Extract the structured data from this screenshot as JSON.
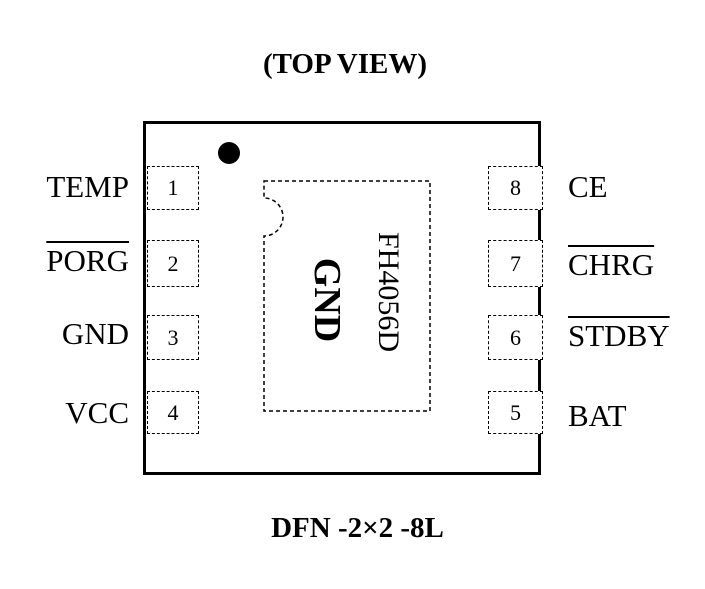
{
  "title": "(TOP VIEW)",
  "package_name": "DFN -2×2 -8L",
  "part_number": "FH4056D",
  "exposed_pad_label": "GND",
  "pins": [
    {
      "number": "1",
      "name": "TEMP",
      "overline": false
    },
    {
      "number": "2",
      "name": "PORG",
      "overline": true
    },
    {
      "number": "3",
      "name": "GND",
      "overline": false
    },
    {
      "number": "4",
      "name": "VCC",
      "overline": false
    },
    {
      "number": "5",
      "name": "BAT",
      "overline": false
    },
    {
      "number": "6",
      "name": "STDBY",
      "overline": true
    },
    {
      "number": "7",
      "name": "CHRG",
      "overline": true
    },
    {
      "number": "8",
      "name": "CE",
      "overline": false
    }
  ]
}
